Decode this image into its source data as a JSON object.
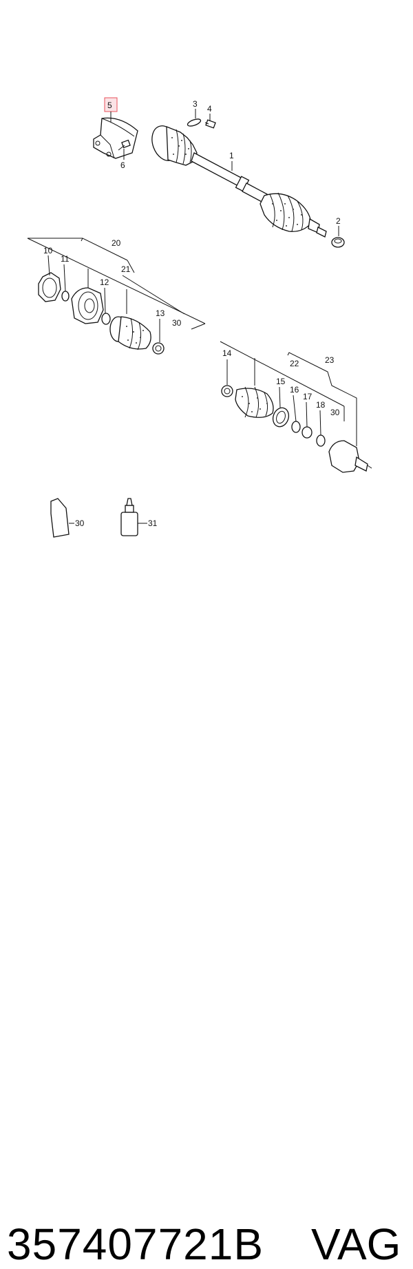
{
  "diagram": {
    "callouts": {
      "c1": "1",
      "c2": "2",
      "c3": "3",
      "c4": "4",
      "c5": "5",
      "c6": "6",
      "c10": "10",
      "c11": "11",
      "c12": "12",
      "c13": "13",
      "c20": "20",
      "c21": "21",
      "c30a": "30",
      "c14": "14",
      "c15": "15",
      "c16": "16",
      "c17": "17",
      "c18": "18",
      "c22": "22",
      "c23": "23",
      "c30b": "30",
      "c30c": "30",
      "c31": "31"
    },
    "highlight_color": "#e8505b"
  },
  "footer": {
    "part_number": "357407721B",
    "brand": "VAG"
  }
}
